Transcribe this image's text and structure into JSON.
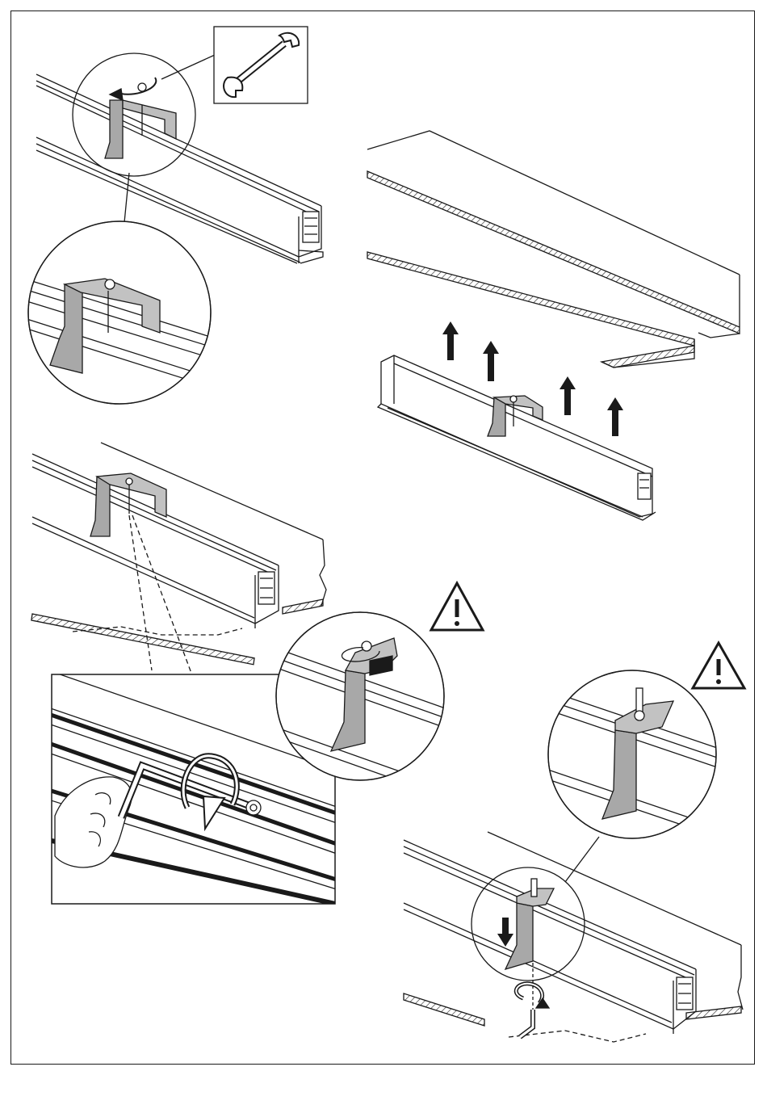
{
  "colors": {
    "line": "#1a1a1a",
    "bracket_fill": "#a8a8a8",
    "bracket_dark": "#7a7a7a",
    "background": "#ffffff"
  },
  "icons": [
    "wrench-icon",
    "hex-key-icon",
    "rotate-arrow-icon",
    "up-arrow-icon",
    "down-arrow-icon",
    "warning-triangle-icon"
  ],
  "panels": [
    {
      "id": "step-1-tighten-bracket-nut"
    },
    {
      "id": "step-2-insert-into-ceiling"
    },
    {
      "id": "step-3-lock-bracket-with-hex-key"
    },
    {
      "id": "step-4-tighten-from-below"
    }
  ]
}
